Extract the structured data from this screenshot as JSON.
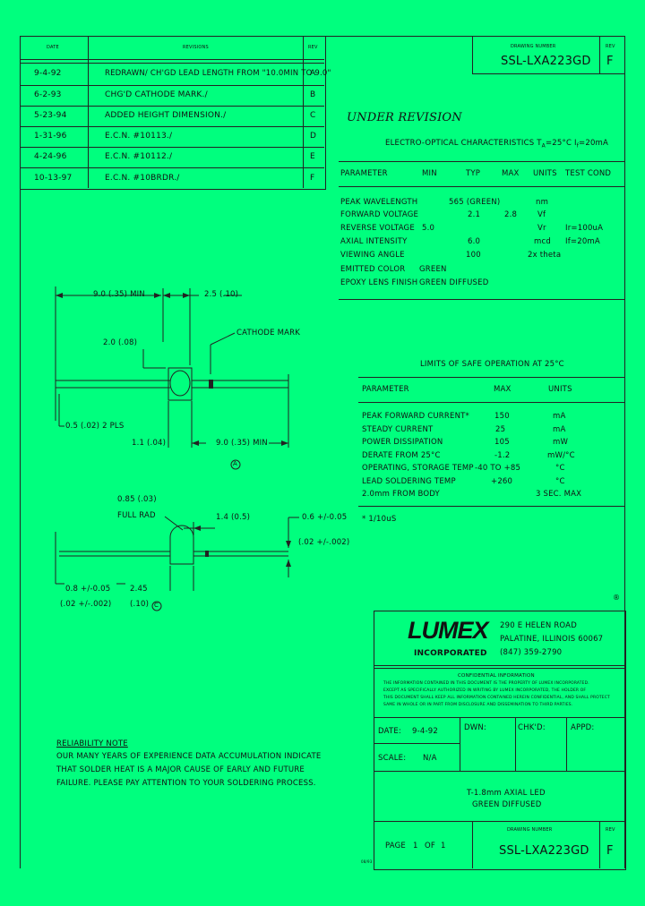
{
  "revisions": {
    "header": {
      "date": "DATE",
      "revisions": "REVISIONS",
      "rev": "REV"
    },
    "rows": [
      {
        "date": "9-4-92",
        "desc": "REDRAWN/ CH'GD LEAD LENGTH FROM \"10.0MIN TO 9.0\"",
        "rev": "A"
      },
      {
        "date": "6-2-93",
        "desc": "CHG'D CATHODE MARK./",
        "rev": "B"
      },
      {
        "date": "5-23-94",
        "desc": "ADDED HEIGHT DIMENSION./",
        "rev": "C"
      },
      {
        "date": "1-31-96",
        "desc": "E.C.N. #10113./",
        "rev": "D"
      },
      {
        "date": "4-24-96",
        "desc": "E.C.N. #10112./",
        "rev": "E"
      },
      {
        "date": "10-13-97",
        "desc": "E.C.N. #10BRDR./",
        "rev": "F"
      }
    ]
  },
  "drawing_header": {
    "label": "DRAWING NUMBER",
    "number": "SSL-LXA223GD",
    "rev_label": "REV",
    "rev": "F"
  },
  "status": "UNDER REVISION",
  "eo": {
    "title": "ELECTRO-OPTICAL CHARACTERISTICS T",
    "title_sub": "A",
    "title_tail": "=25°C  I",
    "title_sub2": "f",
    "title_end": "=20mA",
    "headers": [
      "PARAMETER",
      "MIN",
      "TYP",
      "MAX",
      "UNITS",
      "TEST COND"
    ],
    "rows": [
      {
        "param": "PEAK WAVELENGTH",
        "min": "",
        "typ": "565 (GREEN)",
        "max": "",
        "units": "nm",
        "cond": ""
      },
      {
        "param": "FORWARD VOLTAGE",
        "min": "",
        "typ": "2.1",
        "max": "2.8",
        "units": "Vf",
        "cond": ""
      },
      {
        "param": "REVERSE VOLTAGE",
        "min": "5.0",
        "typ": "",
        "max": "",
        "units": "Vr",
        "cond": "Ir=100uA"
      },
      {
        "param": "AXIAL INTENSITY",
        "min": "",
        "typ": "6.0",
        "max": "",
        "units": "mcd",
        "cond": "If=20mA"
      },
      {
        "param": "VIEWING ANGLE",
        "min": "",
        "typ": "100",
        "max": "",
        "units": "2x theta",
        "cond": ""
      },
      {
        "param": "EMITTED COLOR",
        "min": "GREEN",
        "typ": "",
        "max": "",
        "units": "",
        "cond": ""
      },
      {
        "param": "EPOXY LENS FINISH",
        "min": "GREEN DIFFUSED",
        "typ": "",
        "max": "",
        "units": "",
        "cond": ""
      }
    ]
  },
  "limits": {
    "title": "LIMITS OF SAFE OPERATION AT 25°C",
    "headers": [
      "PARAMETER",
      "MAX",
      "UNITS"
    ],
    "rows": [
      {
        "param": "PEAK FORWARD CURRENT*",
        "max": "150",
        "units": "mA"
      },
      {
        "param": "STEADY CURRENT",
        "max": "25",
        "units": "mA"
      },
      {
        "param": "POWER DISSIPATION",
        "max": "105",
        "units": "mW"
      },
      {
        "param": "DERATE FROM 25°C",
        "max": "-1.2",
        "units": "mW/°C"
      },
      {
        "param": "OPERATING, STORAGE TEMP",
        "max": "-40 TO +85",
        "units": "°C"
      },
      {
        "param": "LEAD SOLDERING TEMP",
        "max": "+260",
        "units": "°C"
      },
      {
        "param": "2.0mm FROM BODY",
        "max": "",
        "units": "3 SEC. MAX"
      }
    ],
    "footnote": "* 1/10uS"
  },
  "drawing": {
    "d1": "9.0 (.35) MIN",
    "d2": "2.5 (.10)",
    "d3": "2.0 (.08)",
    "cathode": "CATHODE MARK",
    "d4": "0.5 (.02) 2 PLS",
    "d5": "1.1 (.04)",
    "d6": "9.0 (.35) MIN",
    "ref_a": "A",
    "d7": "0.85 (.03)",
    "d7b": "FULL RAD",
    "d8": "1.4 (0.5)",
    "d9": "0.6 +/-0.05",
    "d9b": "(.02 +/-.002)",
    "d10": "0.8 +/-0.05",
    "d10b": "(.02 +/-.002)",
    "d11": "2.45",
    "d11b": "(.10)",
    "ref_c": "C",
    "reg": "®"
  },
  "reliability": {
    "title": "RELIABILITY NOTE",
    "lines": [
      "OUR MANY YEARS OF EXPERIENCE DATA ACCUMULATION INDICATE",
      "THAT SOLDER HEAT IS A MAJOR CAUSE OF EARLY AND FUTURE",
      "FAILURE. PLEASE PAY ATTENTION TO YOUR SOLDERING PROCESS."
    ]
  },
  "company": {
    "logo": "LUMEX",
    "logo_sub": "INCORPORATED",
    "addr1": "290 E HELEN ROAD",
    "addr2": "PALATINE, ILLINOIS  60067",
    "addr3": "(847) 359-2790",
    "conf_title": "CONFIDENTIAL INFORMATION",
    "conf_lines": [
      "THE INFORMATION CONTAINED IN THIS DOCUMENT IS THE PROPERTY OF LUMEX INCORPORATED.",
      "EXCEPT AS SPECIFICALLY AUTHORIZED IN WRITING BY LUMEX INCORPORATED, THE HOLDER OF",
      "THIS DOCUMENT SHALL KEEP ALL INFORMATION CONTAINED HEREIN CONFIDENTIAL, AND SHALL PROTECT",
      "SAME IN WHOLE OR IN PART FROM DISCLOSURE AND DISSEMINATION TO THIRD PARTIES."
    ]
  },
  "title_block": {
    "date_label": "DATE:",
    "date": "9-4-92",
    "dwn_label": "DWN:",
    "chkd_label": "CHK'D:",
    "apvd_label": "APPD:",
    "scale_label": "SCALE:",
    "scale": "N/A",
    "desc1": "T-1.8mm AXIAL LED",
    "desc2": "GREEN DIFFUSED",
    "page_label": "PAGE",
    "page": "1",
    "of_label": "OF",
    "of": "1",
    "dn_label": "DRAWING NUMBER",
    "dn": "SSL-LXA223GD",
    "rev_label": "REV",
    "rev": "F",
    "corner": "08/93"
  }
}
